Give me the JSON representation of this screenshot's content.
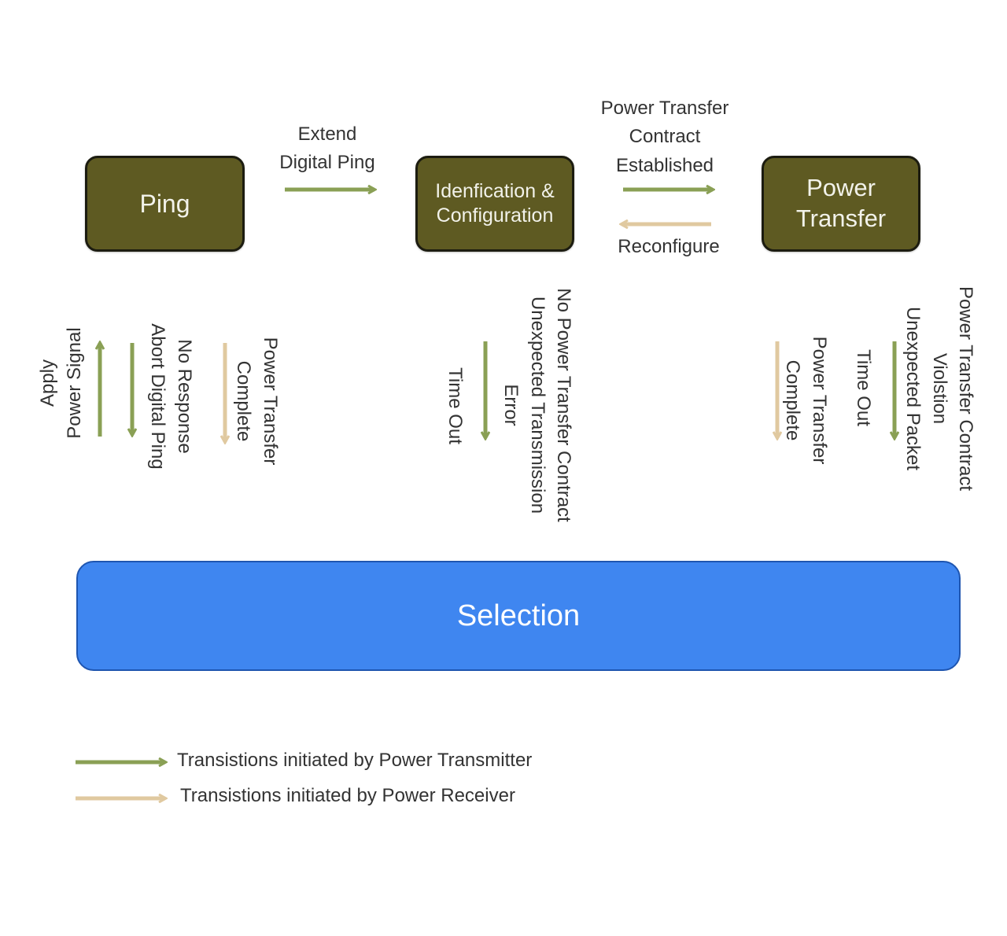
{
  "states": {
    "ping": [
      "Ping"
    ],
    "identification": [
      "Idenfication &",
      "Configuration"
    ],
    "power_transfer": [
      "Power",
      "Transfer"
    ],
    "selection": "Selection"
  },
  "transitions": {
    "extend_digital_ping": [
      "Extend",
      "Digital Ping"
    ],
    "contract_established": [
      "Power Transfer",
      "Contract",
      "Established"
    ],
    "reconfigure": "Reconfigure",
    "apply_power_signal": [
      "Apply",
      "Power Signal"
    ],
    "no_response": [
      "No Response",
      "Abort Digital Ping"
    ],
    "ping_power_transfer_complete": [
      "Power Transfer",
      "Complete"
    ],
    "id_time_out": "Time Out",
    "id_errors": [
      "No Power Transfer Contract",
      "Unexpected Transmission",
      "Error"
    ],
    "pt_power_transfer_complete": [
      "Power Transfer",
      "Complete"
    ],
    "pt_time_out": "Time Out",
    "pt_errors": [
      "Power Transfer Contract",
      "Violstion",
      "Unexpected Packet"
    ]
  },
  "legend": {
    "transmitter": "Transistions initiated by Power Transmitter",
    "receiver": "Transistions initiated by Power Receiver"
  },
  "colors": {
    "state_fill": "#5e5a22",
    "selection_fill": "#3f86f0",
    "transmitter_arrow": "#8aa055",
    "receiver_arrow": "#e0c9a0"
  }
}
